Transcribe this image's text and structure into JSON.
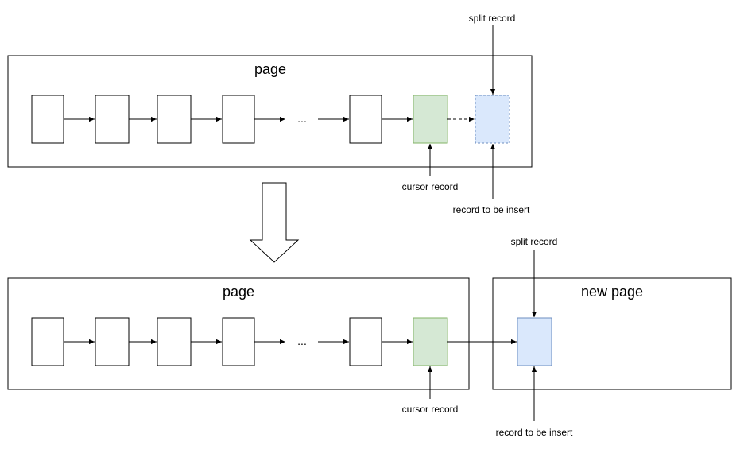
{
  "top": {
    "page_label": "page",
    "ellipsis": "...",
    "split_record_label": "split record",
    "cursor_record_label": "cursor record",
    "insert_record_label": "record to be insert"
  },
  "bottom": {
    "page_label": "page",
    "new_page_label": "new page",
    "ellipsis": "...",
    "split_record_label": "split record",
    "cursor_record_label": "cursor record",
    "insert_record_label": "record to be insert"
  },
  "colors": {
    "cursor_fill": "#d5e8d4",
    "cursor_stroke": "#82b366",
    "new_record_fill": "#dae8fc",
    "new_record_stroke": "#6c8ebf",
    "line": "#000000"
  }
}
